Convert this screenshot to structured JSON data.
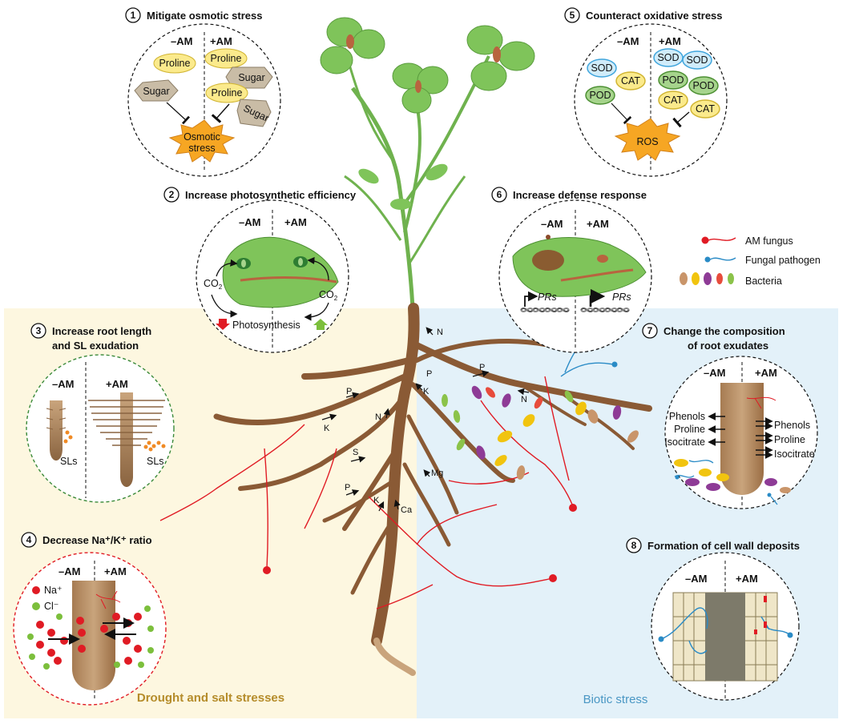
{
  "panels": {
    "p1": {
      "num": "1",
      "title": "Mitigate osmotic stress",
      "minus": "–AM",
      "plus": "+AM",
      "proline": "Proline",
      "sugar": "Sugar",
      "stress_l1": "Osmotic",
      "stress_l2": "stress"
    },
    "p2": {
      "num": "2",
      "title": "Increase photosynthetic efficiency",
      "minus": "–AM",
      "plus": "+AM",
      "co2": "CO",
      "co2_sub": "2",
      "photosynthesis": "Photosynthesis"
    },
    "p3": {
      "num": "3",
      "title_l1": "Increase root length",
      "title_l2": "and SL exudation",
      "minus": "–AM",
      "plus": "+AM",
      "sls": "SLs"
    },
    "p4": {
      "num": "4",
      "title": "Decrease Na⁺/K⁺ ratio",
      "minus": "–AM",
      "plus": "+AM",
      "na": "Na⁺",
      "cl": "Cl⁻"
    },
    "p5": {
      "num": "5",
      "title": "Counteract oxidative stress",
      "minus": "–AM",
      "plus": "+AM",
      "sod": "SOD",
      "cat": "CAT",
      "pod": "POD",
      "ros": "ROS"
    },
    "p6": {
      "num": "6",
      "title": "Increase defense response",
      "minus": "–AM",
      "plus": "+AM",
      "prs": "PRs"
    },
    "p7": {
      "num": "7",
      "title_l1": "Change the composition",
      "title_l2": "of root exudates",
      "minus": "–AM",
      "plus": "+AM",
      "phenols": "Phenols",
      "proline": "Proline",
      "isocitrate": "Isocitrate"
    },
    "p8": {
      "num": "8",
      "title": "Formation of cell wall deposits",
      "minus": "–AM",
      "plus": "+AM"
    }
  },
  "legend": {
    "am_fungus": "AM fungus",
    "fungal_pathogen": "Fungal pathogen",
    "bacteria": "Bacteria"
  },
  "nutrients": {
    "n": "N",
    "p": "P",
    "k": "K",
    "s": "S",
    "mg": "Mg",
    "ca": "Ca"
  },
  "regions": {
    "left": "Drought and salt stresses",
    "right": "Biotic stress"
  },
  "colors": {
    "left_bg": "#fdf7e0",
    "right_bg": "#e3f1f9",
    "root": "#8a5a35",
    "am_fungus": "#e01b24",
    "pathogen": "#2a8bc6",
    "leaf": "#7fc45a"
  }
}
